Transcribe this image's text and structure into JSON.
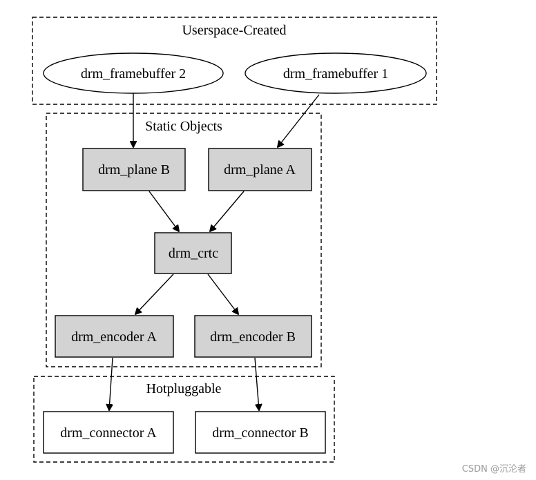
{
  "clusters": {
    "userspace": {
      "label": "Userspace-Created"
    },
    "static": {
      "label": "Static Objects"
    },
    "hotplug": {
      "label": "Hotpluggable"
    }
  },
  "nodes": {
    "framebuffer2": {
      "label": "drm_framebuffer 2",
      "shape": "ellipse",
      "fill": "#ffffff"
    },
    "framebuffer1": {
      "label": "drm_framebuffer 1",
      "shape": "ellipse",
      "fill": "#ffffff"
    },
    "planeB": {
      "label": "drm_plane B",
      "shape": "box",
      "fill": "#d3d3d3"
    },
    "planeA": {
      "label": "drm_plane A",
      "shape": "box",
      "fill": "#d3d3d3"
    },
    "crtc": {
      "label": "drm_crtc",
      "shape": "box",
      "fill": "#d3d3d3"
    },
    "encoderA": {
      "label": "drm_encoder A",
      "shape": "box",
      "fill": "#d3d3d3"
    },
    "encoderB": {
      "label": "drm_encoder B",
      "shape": "box",
      "fill": "#d3d3d3"
    },
    "connectorA": {
      "label": "drm_connector A",
      "shape": "box",
      "fill": "#ffffff"
    },
    "connectorB": {
      "label": "drm_connector B",
      "shape": "box",
      "fill": "#ffffff"
    }
  },
  "edges": [
    {
      "from": "framebuffer2",
      "to": "planeB"
    },
    {
      "from": "framebuffer1",
      "to": "planeA"
    },
    {
      "from": "planeB",
      "to": "crtc"
    },
    {
      "from": "planeA",
      "to": "crtc"
    },
    {
      "from": "crtc",
      "to": "encoderA"
    },
    {
      "from": "crtc",
      "to": "encoderB"
    },
    {
      "from": "encoderA",
      "to": "connectorA"
    },
    {
      "from": "encoderB",
      "to": "connectorB"
    }
  ],
  "watermark": "CSDN @沉沦者"
}
